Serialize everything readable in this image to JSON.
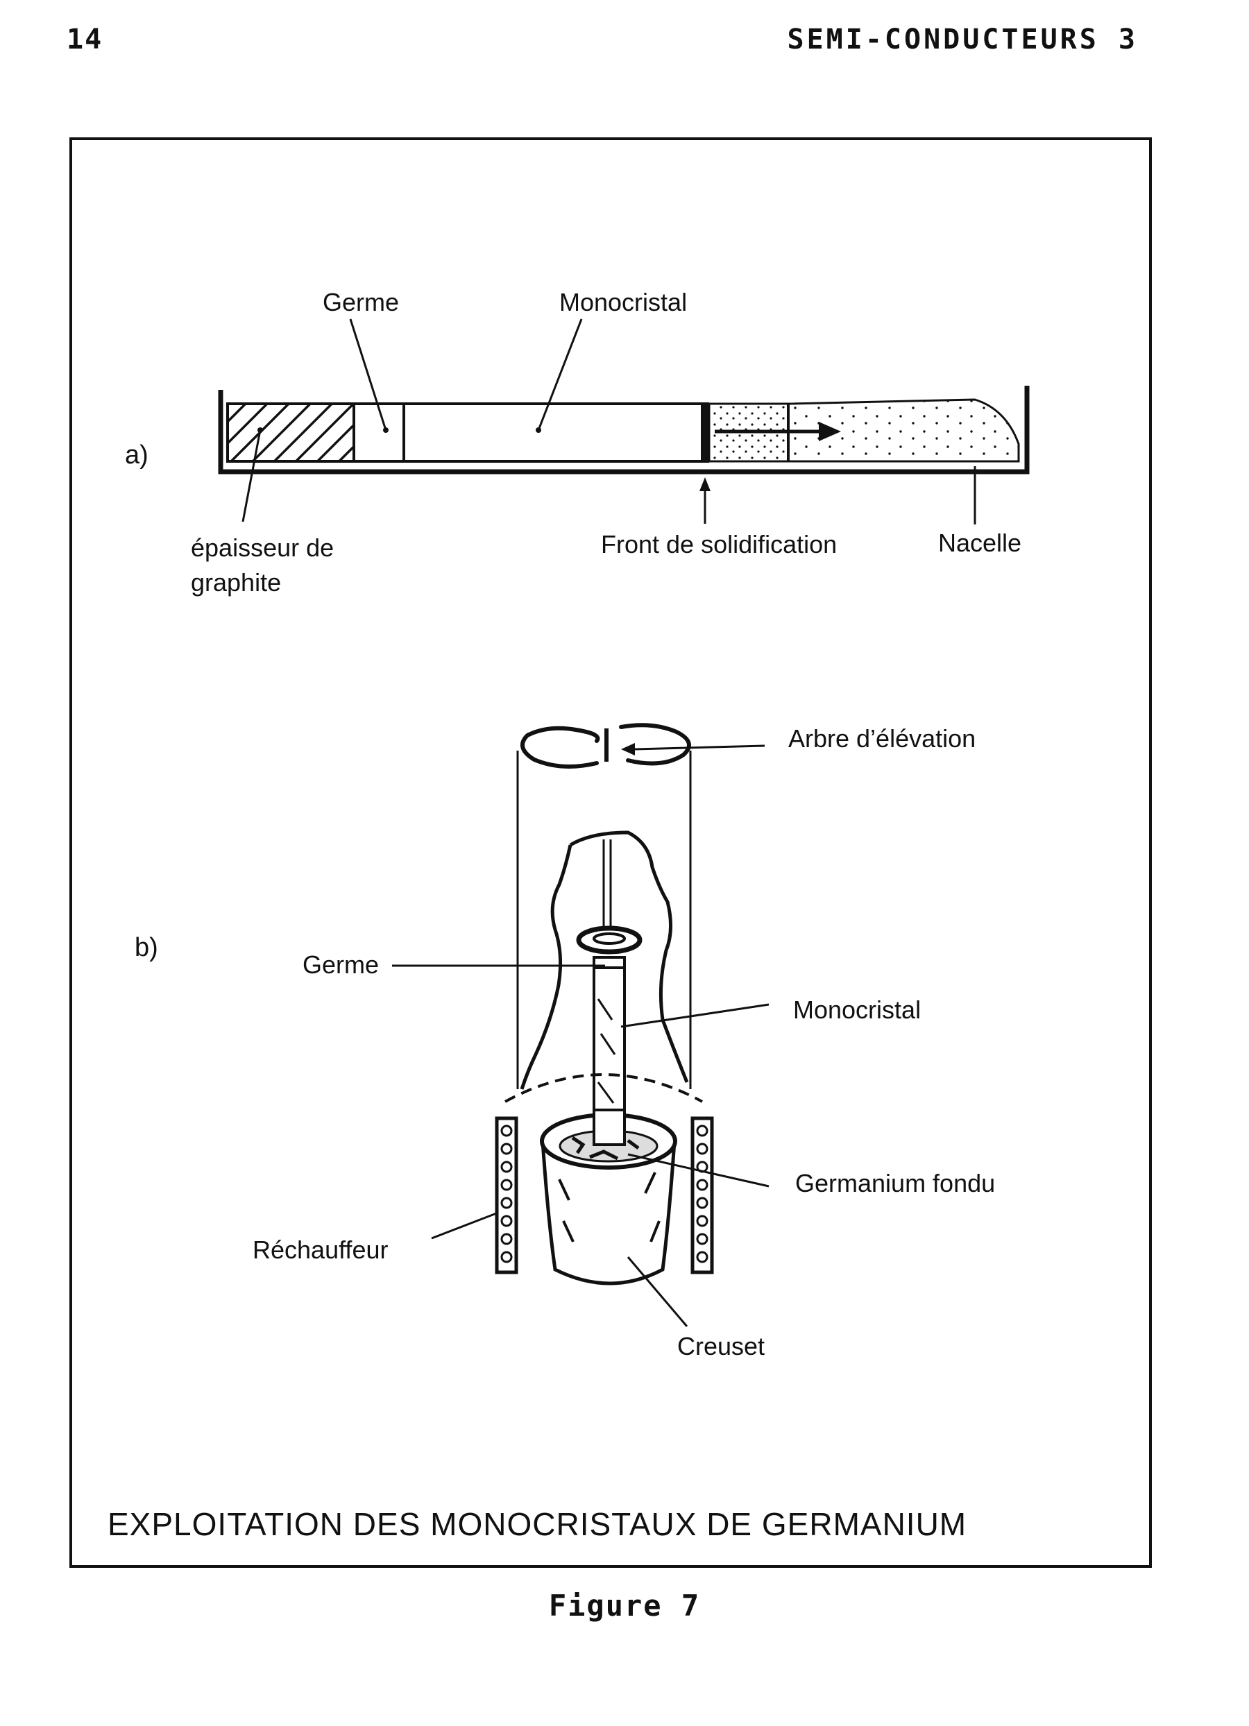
{
  "header": {
    "page_number": "14",
    "running_title": "SEMI-CONDUCTEURS 3"
  },
  "panel_a": {
    "marker": "a)",
    "labels": {
      "germe": "Germe",
      "monocristal": "Monocristal",
      "epaisseur_line1": "épaisseur de",
      "epaisseur_line2": "graphite",
      "front": "Front de solidification",
      "nacelle": "Nacelle"
    }
  },
  "panel_b": {
    "marker": "b)",
    "labels": {
      "arbre": "Arbre d’élévation",
      "germe": "Germe",
      "monocristal": "Monocristal",
      "germanium_fondu": "Germanium fondu",
      "rechauffeur": "Réchauffeur",
      "creuset": "Creuset"
    }
  },
  "figure": {
    "title": "EXPLOITATION DES MONOCRISTAUX DE GERMANIUM",
    "caption": "Figure 7"
  }
}
